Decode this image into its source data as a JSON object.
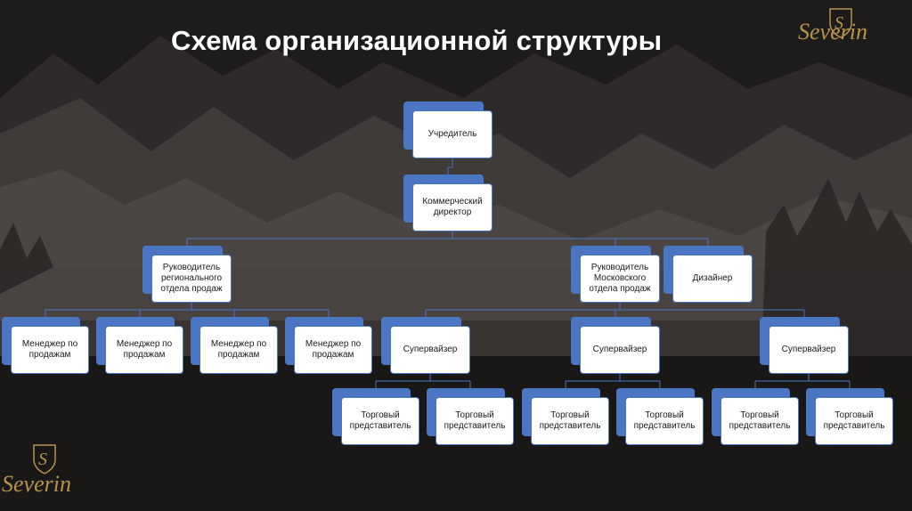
{
  "title": "Схема организационной структуры",
  "brand": {
    "name": "Severin",
    "initial": "S"
  },
  "colors": {
    "background": "#1e1c1b",
    "node_accent": "#4a76c4",
    "node_fill": "#ffffff",
    "connector": "#4a76c4",
    "logo_gold": "#b7934a"
  },
  "nodes": [
    {
      "id": "founder",
      "label": "Учредитель",
      "parent": null
    },
    {
      "id": "commercial",
      "label": "Коммерческий директор",
      "parent": "founder"
    },
    {
      "id": "regional_head",
      "label": "Руководитель регионального отдела продаж",
      "parent": "commercial"
    },
    {
      "id": "moscow_head",
      "label": "Руководитель Московского отдела продаж",
      "parent": "commercial"
    },
    {
      "id": "designer",
      "label": "Дизайнер",
      "parent": "commercial"
    },
    {
      "id": "mgr1",
      "label": "Менеджер по продажам",
      "parent": "regional_head"
    },
    {
      "id": "mgr2",
      "label": "Менеджер по продажам",
      "parent": "regional_head"
    },
    {
      "id": "mgr3",
      "label": "Менеджер по продажам",
      "parent": "regional_head"
    },
    {
      "id": "mgr4",
      "label": "Менеджер по продажам",
      "parent": "regional_head"
    },
    {
      "id": "sup1",
      "label": "Супервайзер",
      "parent": "moscow_head"
    },
    {
      "id": "sup2",
      "label": "Супервайзер",
      "parent": "moscow_head"
    },
    {
      "id": "sup3",
      "label": "Супервайзер",
      "parent": "moscow_head"
    },
    {
      "id": "rep1",
      "label": "Торговый представитель",
      "parent": "sup1"
    },
    {
      "id": "rep2",
      "label": "Торговый представитель",
      "parent": "sup1"
    },
    {
      "id": "rep3",
      "label": "Торговый представитель",
      "parent": "sup2"
    },
    {
      "id": "rep4",
      "label": "Торговый представитель",
      "parent": "sup2"
    },
    {
      "id": "rep5",
      "label": "Торговый представитель",
      "parent": "sup3"
    },
    {
      "id": "rep6",
      "label": "Торговый представитель",
      "parent": "sup3"
    }
  ]
}
